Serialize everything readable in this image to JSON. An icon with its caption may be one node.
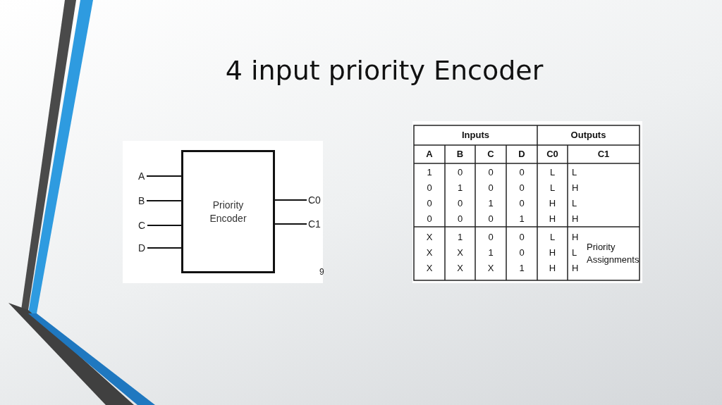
{
  "diagram": {
    "title": "4 input priority Encoder",
    "nodes": [
      {
        "text": [
          "Priority Encoder"
        ]
      },
      {
        "text": [
          "A"
        ]
      },
      {
        "text": [
          "B"
        ]
      },
      {
        "text": [
          "C"
        ]
      },
      {
        "text": [
          "D"
        ]
      },
      {
        "text": [
          "C0"
        ]
      },
      {
        "text": [
          "C1"
        ]
      }
    ],
    "edges": [
      {
        "from": 1,
        "to": 0,
        "arrow": "none"
      },
      {
        "from": 2,
        "to": 0,
        "arrow": "none"
      },
      {
        "from": 3,
        "to": 0,
        "arrow": "none"
      },
      {
        "from": 4,
        "to": 0,
        "arrow": "none"
      },
      {
        "from": 0,
        "to": 5,
        "arrow": "none"
      },
      {
        "from": 0,
        "to": 6,
        "arrow": "none"
      }
    ],
    "labels": [
      "9",
      "Inputs",
      "Outputs",
      "A",
      "B",
      "C",
      "D",
      "C0",
      "C1",
      "1",
      "0",
      "0",
      "0",
      "L",
      "L",
      "0",
      "1",
      "0",
      "0",
      "L",
      "H",
      "0",
      "0",
      "1",
      "0",
      "H",
      "L",
      "0",
      "0",
      "0",
      "1",
      "H",
      "H",
      "X",
      "1",
      "0",
      "0",
      "L",
      "H",
      "X",
      "X",
      "1",
      "0",
      "H",
      "L",
      "X",
      "X",
      "X",
      "1",
      "H",
      "H",
      "Priority Assignments"
    ]
  }
}
